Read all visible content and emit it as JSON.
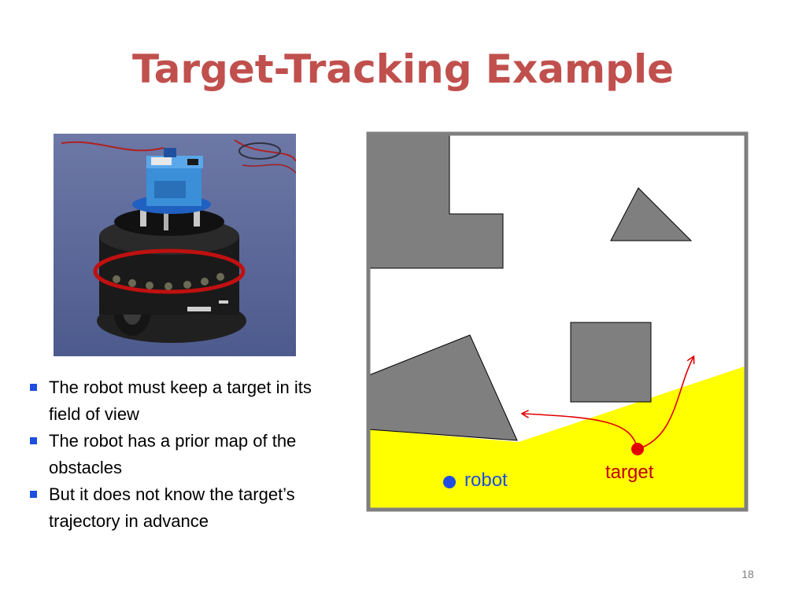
{
  "slide": {
    "title": "Target-Tracking Example",
    "page_number": "18"
  },
  "bullets": [
    "The robot must keep a target in its field of view",
    "The robot has a prior map of the obstacles",
    "But it does not know the target’s trajectory in advance"
  ],
  "diagram": {
    "robot_label": "robot",
    "target_label": "target"
  },
  "colors": {
    "title": "#c0504d",
    "bullet": "#1f4ee0",
    "obstacle": "#7f7f7f",
    "visibility_region": "#ffff00",
    "border": "#7f7f7f",
    "robot": "#1f4ee0",
    "target": "#e00000",
    "robot_label": "#1f4ee0",
    "target_label": "#c00000"
  }
}
